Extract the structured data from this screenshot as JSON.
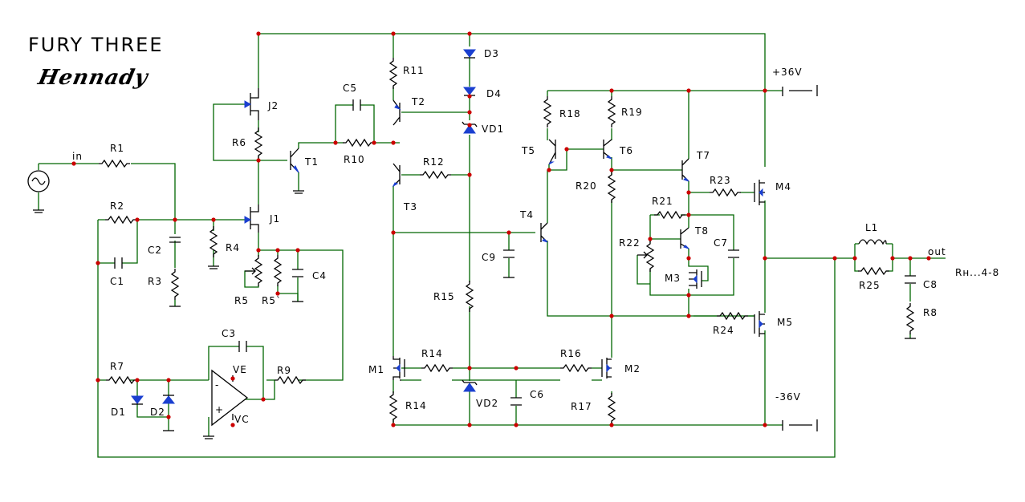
{
  "title": "FURY THREE",
  "author": "Hennady",
  "labels": {
    "in": "in",
    "R1": "R1",
    "R2": "R2",
    "C1": "C1",
    "C2": "C2",
    "R3": "R3",
    "R4": "R4",
    "J1": "J1",
    "J2": "J2",
    "R6": "R6",
    "T1": "T1",
    "C5": "C5",
    "R10": "R10",
    "R5": "R5",
    "R5b": "R5`",
    "C4": "C4",
    "R7": "R7",
    "D1": "D1",
    "D2": "D2",
    "C3": "C3",
    "R9": "R9",
    "VE": "VE",
    "VC": "VC",
    "R11": "R11",
    "T2": "T2",
    "D3": "D3",
    "D4": "D4",
    "VD1": "VD1",
    "R12": "R12",
    "T3": "T3",
    "C9": "C9",
    "R15": "R15",
    "M1": "M1",
    "R14a": "R14",
    "R14b": "R14",
    "VD2": "VD2",
    "C6": "C6",
    "R16": "R16",
    "M2": "M2",
    "R17": "R17",
    "R18": "R18",
    "R19": "R19",
    "T5": "T5",
    "T6": "T6",
    "T4": "T4",
    "R20": "R20",
    "T7": "T7",
    "R21": "R21",
    "T8": "T8",
    "R22": "R22",
    "C7": "C7",
    "M3": "M3",
    "R23": "R23",
    "M4": "M4",
    "R24": "R24",
    "M5": "M5",
    "vpos": "+36V",
    "vneg": "-36V",
    "L1": "L1",
    "R25": "R25",
    "C8": "C8",
    "R8": "R8",
    "out": "out",
    "load": "Rн...4-8"
  }
}
